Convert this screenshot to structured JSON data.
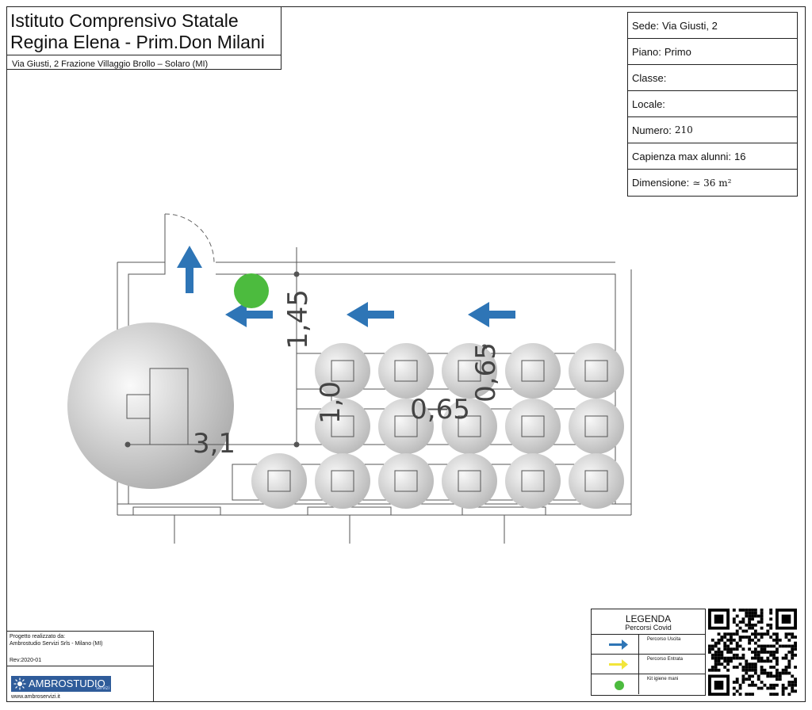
{
  "header": {
    "line1": "Istituto Comprensivo Statale",
    "line2": "Regina Elena - Prim.Don Milani",
    "address": "Via Giusti, 2 Frazione Villaggio Brollo – Solaro (MI)"
  },
  "info": {
    "sede_label": "Sede:",
    "sede_value": "Via Giusti, 2",
    "piano_label": "Piano:",
    "piano_value": "Primo",
    "classe_label": "Classe:",
    "classe_value": "",
    "locale_label": "Locale:",
    "locale_value": "",
    "numero_label": "Numero:",
    "numero_value": "210",
    "capienza_label": "Capienza max alunni:",
    "capienza_value": "16",
    "dimensione_label": "Dimensione:",
    "dimensione_value": "≃ 36 m²"
  },
  "plan": {
    "dimensions": {
      "d1": "1,45",
      "d2": "1,0",
      "d3": "0,65",
      "d4": "0,65",
      "d5": "3,1"
    },
    "route_color": "#2e75b6",
    "hygiene_color": "#4cbb3e"
  },
  "legend": {
    "title": "LEGENDA",
    "subtitle": "Percorsi Covid",
    "items": [
      {
        "label": "Percorso Uscita",
        "color": "#2e75b6",
        "icon": "arrow-right-icon"
      },
      {
        "label": "Percorso Entrata",
        "color": "#f2e53a",
        "icon": "arrow-right-icon"
      },
      {
        "label": "Kit igiene mani",
        "color": "#4cbb3e",
        "icon": "green-dot-icon"
      }
    ]
  },
  "credits": {
    "line1": "Progetto realizzato da:",
    "line2": "Ambrostudio Servizi Srls - Milano (MI)",
    "rev": "Rev:2020-01",
    "logo_text": "AMBROSTUDIO",
    "logo_sub": "servizi",
    "website": "www.ambroservizi.it"
  }
}
